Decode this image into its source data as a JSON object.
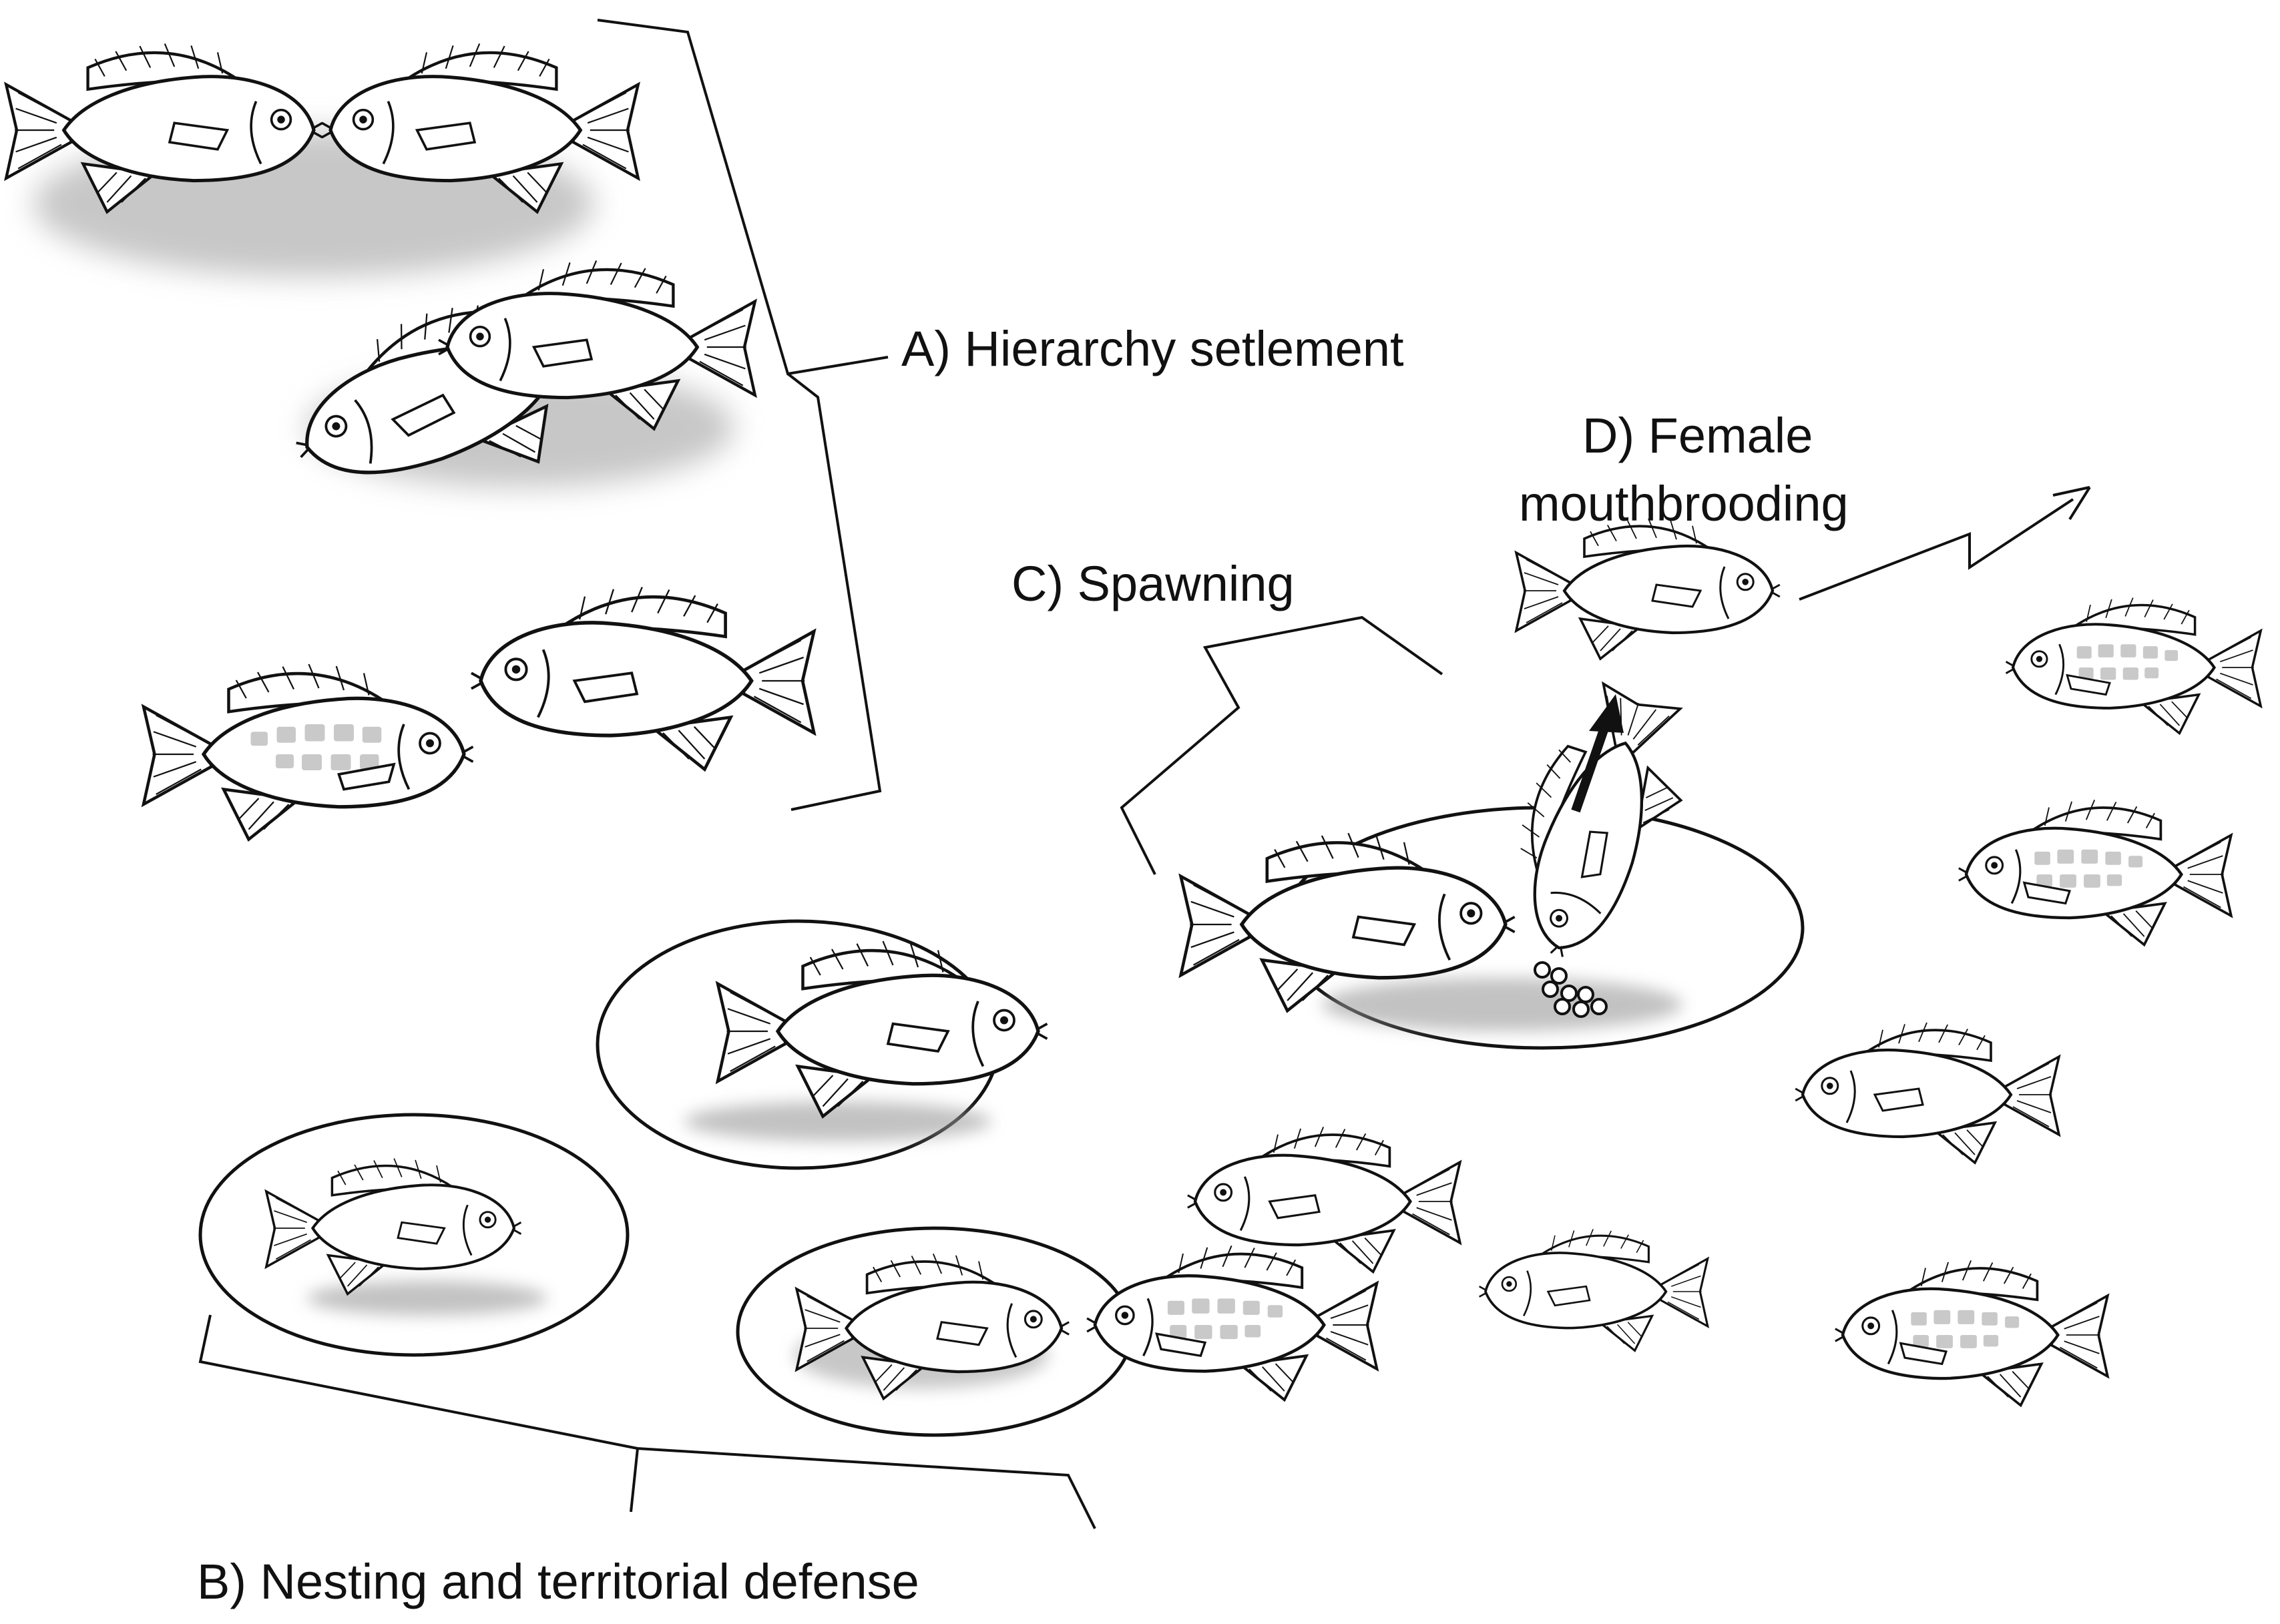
{
  "labels": {
    "a": "A) Hierarchy setlement",
    "b": "B) Nesting and territorial defense",
    "c": "C) Spawning",
    "d_line1": "D) Female",
    "d_line2": "mouthbrooding"
  },
  "colors": {
    "line": "#111111",
    "fish_body": "#ffffff",
    "bar": "#c9c9c9",
    "shadow": "#9a9a9a"
  }
}
